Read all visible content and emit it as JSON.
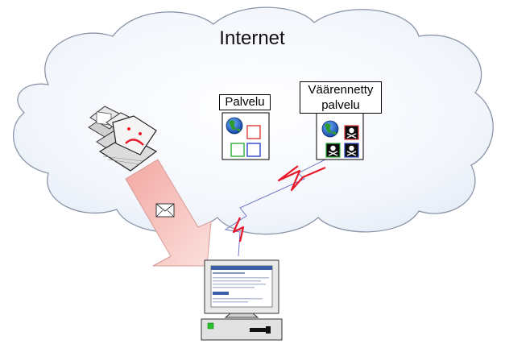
{
  "cloud": {
    "title": "Internet"
  },
  "services": {
    "genuine": {
      "label": "Palvelu"
    },
    "fake": {
      "label_line1": "Väärennetty",
      "label_line2": "palvelu"
    }
  },
  "colors": {
    "cloud_fill": "#eef3fb",
    "cloud_stroke": "#8a96a8",
    "arrow_fill": "#f7c8c4",
    "lightning_red": "#e8192c",
    "lightning_blue": "#6f77c6"
  },
  "icons": {
    "globe": "globe-icon",
    "pirate": "skull-crossbones-icon",
    "email": "envelope-icon",
    "infected_pcs": "sad-laptop-icon",
    "user_pc": "desktop-computer-icon"
  }
}
